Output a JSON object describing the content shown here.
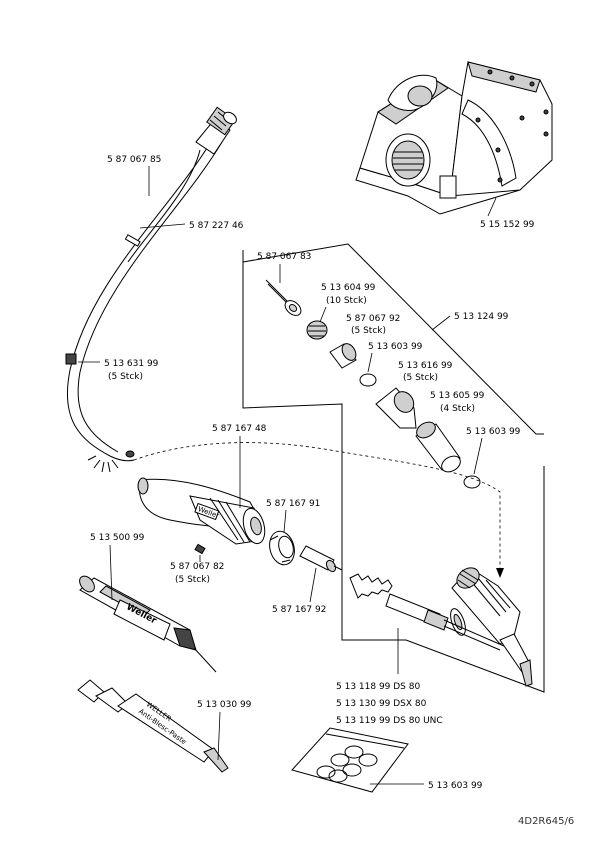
{
  "labels": {
    "cable_connector": "5 87 067 85",
    "cable": "5 87 227 46",
    "stand": "5 15 152 99",
    "clip_line1": "5 13 631 99",
    "clip_line2": "(5  Stck)",
    "kit_screw": "5 87 067 83",
    "kit_nut_line1": "5 13 604 99",
    "kit_nut_line2": "(10  Stck)",
    "kit_sleeve_line1": "5 87 067 92",
    "kit_sleeve_line2": "(5  Stck)",
    "kit_ring_a": "5 13 603 99",
    "kit_set": "5 13 124 99",
    "kit_cone_line1": "5 13 616 99",
    "kit_cone_line2": "(5  Stck)",
    "kit_tube_line1": "5 13 605 99",
    "kit_tube_line2": "(4  Stck)",
    "kit_ring_b": "5 13 603 99",
    "grip": "5 87 167 48",
    "grip_ring": "5 87 167 91",
    "grip_pin_line1": "5 87 067 82",
    "grip_pin_line2": "(5  Stck)",
    "grip_insert": "5 87 167 92",
    "cleaner": "5 13 500 99",
    "paste_tube": "5 13 030 99",
    "iron_line1": "5 13 118  99   DS  80",
    "iron_line2": "5 13 130 99   DSX  80",
    "iron_line3": "5 13 119  99   DS  80  UNC",
    "orings": "5 13 603 99",
    "doc_ref": "4D2R645/6"
  },
  "markings": {
    "cleaner_brand": "Weller",
    "paste_brand": "WELLER",
    "paste_text": "Anti-Blesc-Paste"
  },
  "colors": {
    "ink": "#000000",
    "background": "#ffffff",
    "shade": "#cfcfcf"
  }
}
